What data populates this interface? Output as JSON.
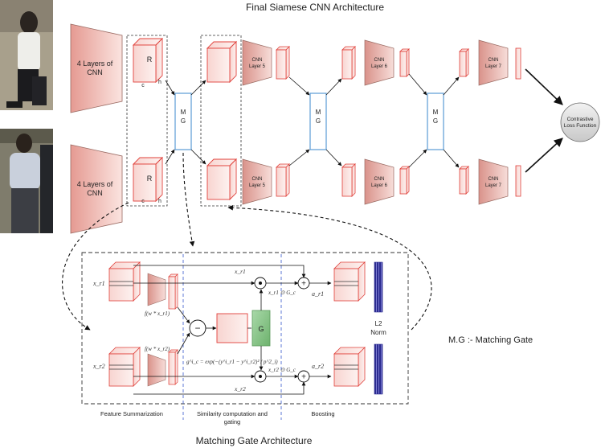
{
  "title": "Final Siamese CNN Architecture",
  "subtitle": "Matching Gate Architecture",
  "legend_note": "M.G :- Matching Gate",
  "blocks": {
    "base_cnn": [
      "4 Layers of",
      "CNN"
    ],
    "cnn5": [
      "CNN",
      "Layer 5"
    ],
    "cnn6": [
      "CNN",
      "Layer 6"
    ],
    "cnn7": [
      "CNN",
      "Layer 7"
    ],
    "mg": [
      "M",
      "G"
    ],
    "loss": [
      "Contrastive",
      "Loss Function"
    ],
    "cube_r": "R",
    "cube_c": "c",
    "cube_h": "h"
  },
  "gate": {
    "g": "G",
    "l2": [
      "L2",
      "Norm"
    ],
    "minus": "−",
    "plus": "+",
    "dot": "•",
    "xr1": "x_r1",
    "xr2": "x_r2",
    "f1": "f(w * x_r1)",
    "f2": "f(w * x_r2)",
    "xr1_g": "x_r1 ⊙ G_c",
    "xr2_g": "x_r2 ⊙ G_c",
    "ar1": "a_r1",
    "ar2": "a_r2",
    "formula": "g^i_c = exp(−(y^i_r1 − y^i_r2)² / p^2_i)"
  },
  "sections": [
    "Feature Summarization",
    "Similarity computation and gating",
    "Boosting"
  ],
  "photos": [
    "person-top-photo",
    "person-bottom-photo"
  ],
  "colors": {
    "block_fill": "#f0b8b0",
    "block_stroke": "#9a6a62",
    "cube": "#e0403a",
    "mg_stroke": "#5b9bd5",
    "gate_green": "#8cc88c",
    "l2_blue": "#3f3fa8"
  }
}
